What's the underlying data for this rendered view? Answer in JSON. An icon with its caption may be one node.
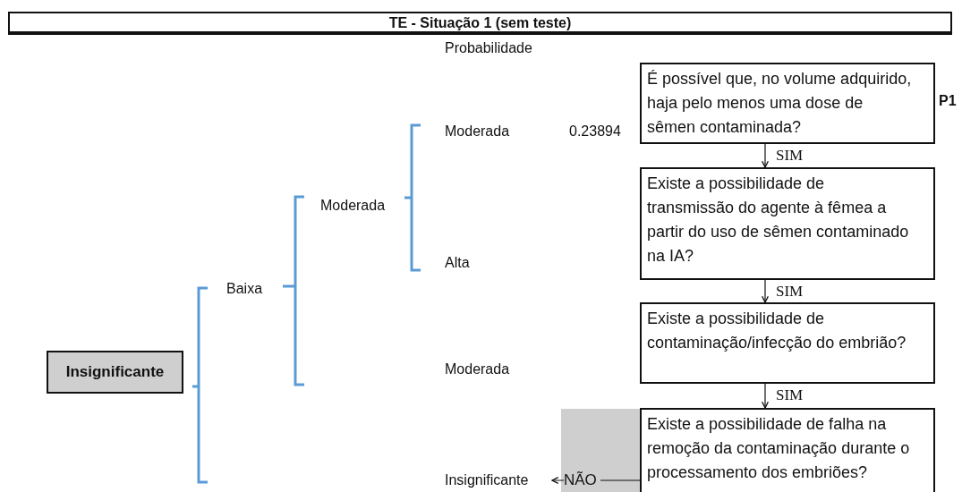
{
  "diagram": {
    "title": "TE - Situação 1 (sem teste)",
    "nodes": [
      {
        "text": [
          "Insignificante"
        ]
      },
      {
        "text": [
          "Baixa"
        ]
      },
      {
        "text": [
          "Moderada"
        ]
      },
      {
        "text": [
          "Moderada"
        ]
      },
      {
        "text": [
          "Alta"
        ]
      },
      {
        "text": [
          "Moderada"
        ]
      },
      {
        "text": [
          "Insignificante"
        ]
      },
      {
        "text": [
          "É possível que, no volume adquirido, haja pelo menos uma dose de sêmen contaminada?"
        ],
        "beside": [
          "P1"
        ]
      },
      {
        "text": [
          "Existe a possibilidade de transmissão do agente à fêmea a partir do uso de sêmen contaminado na IA?"
        ]
      },
      {
        "text": [
          "Existe a possibilidade de contaminação/infecção do embrião?"
        ]
      },
      {
        "text": [
          "Existe a possibilidade de falha na remoção da contaminação durante o processamento dos embriões?"
        ]
      }
    ],
    "edges": [
      {
        "from": 7,
        "to": 8,
        "arrow": "to",
        "label": "SIM"
      },
      {
        "from": 8,
        "to": 9,
        "arrow": "to",
        "label": "SIM"
      },
      {
        "from": 9,
        "to": 10,
        "arrow": "to",
        "label": "SIM"
      },
      {
        "from": 10,
        "to": 6,
        "arrow": "to",
        "label": "NÃO"
      }
    ],
    "labels": [
      "Probabilidade",
      "0.23894"
    ]
  }
}
